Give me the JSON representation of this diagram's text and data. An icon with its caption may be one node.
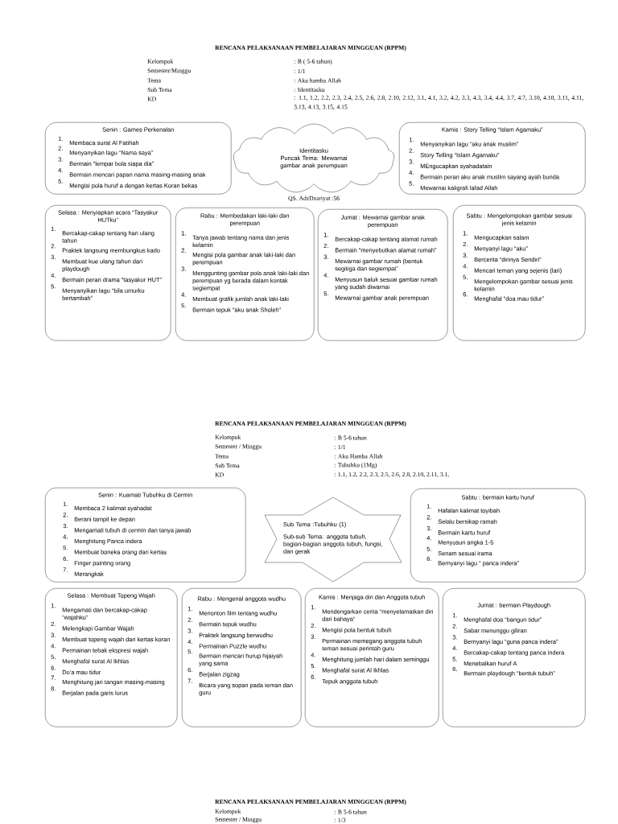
{
  "diagram": {
    "nodes": [
      {
        "text": [
          "Senin : Games Perkenalan",
          "1.",
          "Membaca surat Al Fatihah",
          "2.",
          "Menyanyikan lagu “Nama saya”",
          "3.",
          "Bermain “lempar bola siapa dia”",
          "4.",
          "Bermain mencari papan nama masing-masing anak",
          "5.",
          "Mengisi pola huruf a dengan kertas Koran bekas"
        ]
      },
      {
        "text": [
          "Identitasku",
          "Puncak Tema: Mewarnai gambar anak perempuan"
        ]
      },
      {
        "text": [
          "Kamis : Story Telling “Islam Agamaku”",
          "1.",
          "Menyanyikan lagu “aku anak muslim”",
          "2.",
          "Story Telling “Islam Agamaku”",
          "3.",
          "MEngucapkan syahadatain",
          "4.",
          "Bermain peran aku anak muslim sayang ayah bunda",
          "5.",
          "Mewarnai kaligrafi lafad Allah"
        ]
      },
      {
        "text": [
          "Selasa : Menyiapkan acara “Tasyakur HUTku”",
          "1.",
          "Bercakap-cakap tentang hari ulang tahun",
          "2.",
          "Praktek langsung membungkus kado",
          "3.",
          "Membuat kue ulang tahun dari playdough",
          "4.",
          "Bermain peran drama “tasyakur HUT”",
          "5.",
          "Menyanyikan lagu “bila umurku bertambah”"
        ]
      },
      {
        "text": [
          "Rabu : Membedakan laki-laki dan perempuan",
          "1.",
          "Tanya jawab tentang nama dan jenis kelamin",
          "2.",
          "Mengisi pola gambar anak laki-laki dan perempuan",
          "3.",
          "Menggunting gambar pola anak laki-laki dan perempuan yg berada dalam kontak segiempat",
          "4.",
          "Membuat grafik jumlah anak laki-laki",
          "5.",
          "Bermain tepuk “aku anak Sholeh”"
        ]
      },
      {
        "text": [
          "Jumat : Mewarnai gambar anak perempuan",
          "1.",
          "Bercakap-cakap tentang alamat rumah",
          "2.",
          "Bermain “menyebutkan alamat rumah”",
          "3.",
          "Mewarnai gambar rumah (bentuk segitiga dan segiempat”",
          "4.",
          "Menyusun balok sesuai gambar rumah yang sudah diwarnai",
          "5.",
          "Mewarnai gambar anak perempuan"
        ]
      },
      {
        "text": [
          "Sabtu : Mengelompokan gambar sesuai jenis kelamin",
          "1.",
          "Mengucapkan salam",
          "2.",
          "Menyanyi lagu “aku”",
          "3.",
          "Bercerita “dirinya Sendiri”",
          "4.",
          "Mencari teman yang sejenis (lari)",
          "5.",
          "Mengelompokan gambar sesuai jenis kelamin",
          "6.",
          "Menghafal “doa mau tidur”"
        ]
      },
      {
        "text": [
          "Senin : Kuamati Tubuhku di Cermin",
          "1.",
          "Membaca 2 kalimat syahadat",
          "2.",
          "Berani tampil ke depan",
          "3.",
          "Mengamati tubuh di cermin dan tanya jawab",
          "4.",
          "Menghitung Panca indera",
          "5.",
          "Membuat boneka orang dari kertas",
          "6.",
          "Finger painting orang",
          "7.",
          "Merangkak"
        ]
      },
      {
        "text": [
          "Sub Tema :Tubuhku (1)",
          "Sub-sub Tema: anggota tubuh, bagian-bagian anggota tubuh, fungsi, dan gerak"
        ]
      },
      {
        "text": [
          "Sabtu : bermain kartu huruf",
          "1.",
          "Hafalan kalimat toyibah",
          "2.",
          "Selalu bersikap ramah",
          "3.",
          "Bermain kartu huruf",
          "4.",
          "Menyusun angka 1-5",
          "5.",
          "Senam sesuai irama",
          "6.",
          "Bernyanyi lagu “ panca indera”"
        ]
      },
      {
        "text": [
          "Selasa : Membuat Topeng Wajah",
          "1.",
          "Mengamati dan bercakap-cakap “wajahku”",
          "2.",
          "Melengkapi Gambar Wajah",
          "3.",
          "Membuat topeng wajah dari kertas koran",
          "4.",
          "Permainan tebak ekspresi wajah",
          "5.",
          "Menghafal surat Al Ikhlas",
          "6.",
          "Do’a mau tidur",
          "7.",
          "Menghitung jari tangan masing-masing",
          "8.",
          "Berjalan pada garis lurus"
        ]
      },
      {
        "text": [
          "Rabu : Mengenal anggota wudhu",
          "1.",
          "Menonton film tentang wudhu",
          "2.",
          "Bermain tepuk wudhu",
          "3.",
          "Praktek langsung berwudhu",
          "4.",
          "Permainan Puzzle wudhu",
          "5.",
          "Bermain mencari hurup hijaiyah yang sama",
          "6.",
          "Berjalan zigzag",
          "7.",
          "Bicara yang sopan pada teman dan guru"
        ]
      },
      {
        "text": [
          "Kamis : Menjaga diri dan Anggota tubuh",
          "1.",
          "Mendengarkan cerita “menyelamatkan diri dari bahaya”",
          "2.",
          "Mengisi pola bentuk tubuh",
          "3.",
          "Permainan memegang anggota tubuh teman sesuai perintah guru",
          "4.",
          "Menghitung jumlah hari dalam seminggu",
          "5.",
          "Menghafal surat Al Ikhlas",
          "6.",
          "Tepuk anggota tubuh"
        ]
      },
      {
        "text": [
          "Jumat : bermain Playdough",
          "1.",
          "Menghafal doa “bangun tidur”",
          "2.",
          "Sabar menunggu giliran",
          "3.",
          "Bernyanyi lagu “guna panca indera”",
          "4.",
          "Bercakap-cakap tentang panca indera",
          "5.",
          "Menebalkan huruf A",
          "6.",
          "Bermain playdough “bentuk tubuh”"
        ]
      }
    ],
    "labels": [
      "RENCANA PELAKSANAAN PEMBELAJARAN MINGGUAN (RPPM)",
      "Kelompok",
      ": B ( 5-6 tahun)",
      "Semester/Minggu",
      ": 1/1",
      "Tema",
      ": Aku hamba Allah",
      "Sub Tema",
      ": Identitasku",
      "KD",
      ": 1.1, 1.2, 2.2, 2.3, 2.4, 2.5, 2.6, 2.8, 2.10, 2.12, 3.1, 4.1, 3.2, 4.2, 3.3, 4.3, 3.4, 4.4, 3.7, 4.7, 3.10, 4.10, 3.11, 4.11, 3.13, 4.13, 3.15, 4.15",
      "QS. AdzDzariyat :56",
      "RENCANA PELAKSANAAN PEMBELAJARAN MINGGUAN (RPPM)",
      "Kelompok",
      ": B 5-6 tahun",
      "Semester / Minggu",
      ": 1/1",
      "Tema",
      ": Aku Hamba Allah",
      "Sub Tema",
      ": Tubuhku (1Mg)",
      "KD",
      ": 1.1, 1.2, 2.2, 2.3, 2.5, 2.6, 2.8, 2.10, 2.11, 3.1,",
      "RENCANA PELAKSANAAN PEMBELAJARAN MINGGUAN (RPPM)",
      "Kelompok",
      ": B 5-6 tahun",
      "Semester / Minggu",
      ": 1/3"
    ]
  }
}
